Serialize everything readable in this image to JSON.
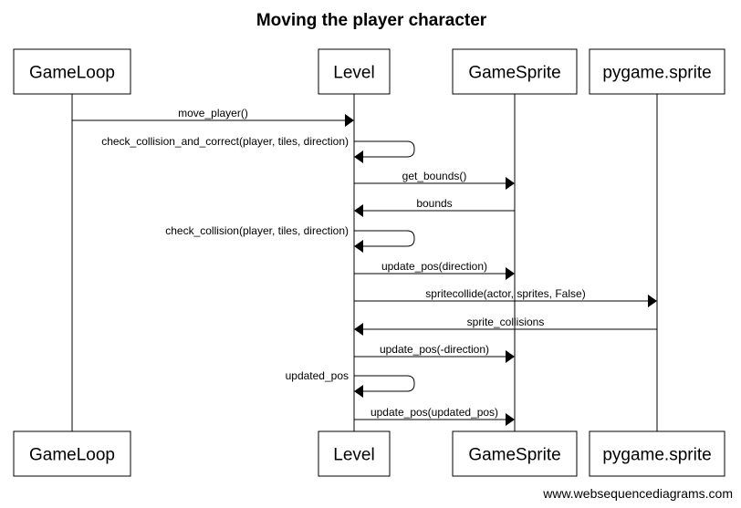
{
  "diagram": {
    "title": "Moving the player character",
    "footer": "www.websequencediagrams.com",
    "actors": [
      {
        "id": "gameloop",
        "label": "GameLoop"
      },
      {
        "id": "level",
        "label": "Level"
      },
      {
        "id": "gamesprite",
        "label": "GameSprite"
      },
      {
        "id": "pygame_sprite",
        "label": "pygame.sprite"
      }
    ],
    "messages": [
      {
        "from": "gameloop",
        "to": "level",
        "label": "move_player()"
      },
      {
        "from": "level",
        "to": "level",
        "label": "check_collision_and_correct(player, tiles, direction)"
      },
      {
        "from": "level",
        "to": "gamesprite",
        "label": "get_bounds()"
      },
      {
        "from": "gamesprite",
        "to": "level",
        "label": "bounds"
      },
      {
        "from": "level",
        "to": "level",
        "label": "check_collision(player, tiles, direction)"
      },
      {
        "from": "level",
        "to": "gamesprite",
        "label": "update_pos(direction)"
      },
      {
        "from": "level",
        "to": "pygame_sprite",
        "label": "spritecollide(actor, sprites, False)"
      },
      {
        "from": "pygame_sprite",
        "to": "level",
        "label": "sprite_collisions"
      },
      {
        "from": "level",
        "to": "gamesprite",
        "label": "update_pos(-direction)"
      },
      {
        "from": "level",
        "to": "level",
        "label": "updated_pos"
      },
      {
        "from": "level",
        "to": "gamesprite",
        "label": "update_pos(updated_pos)"
      }
    ]
  }
}
